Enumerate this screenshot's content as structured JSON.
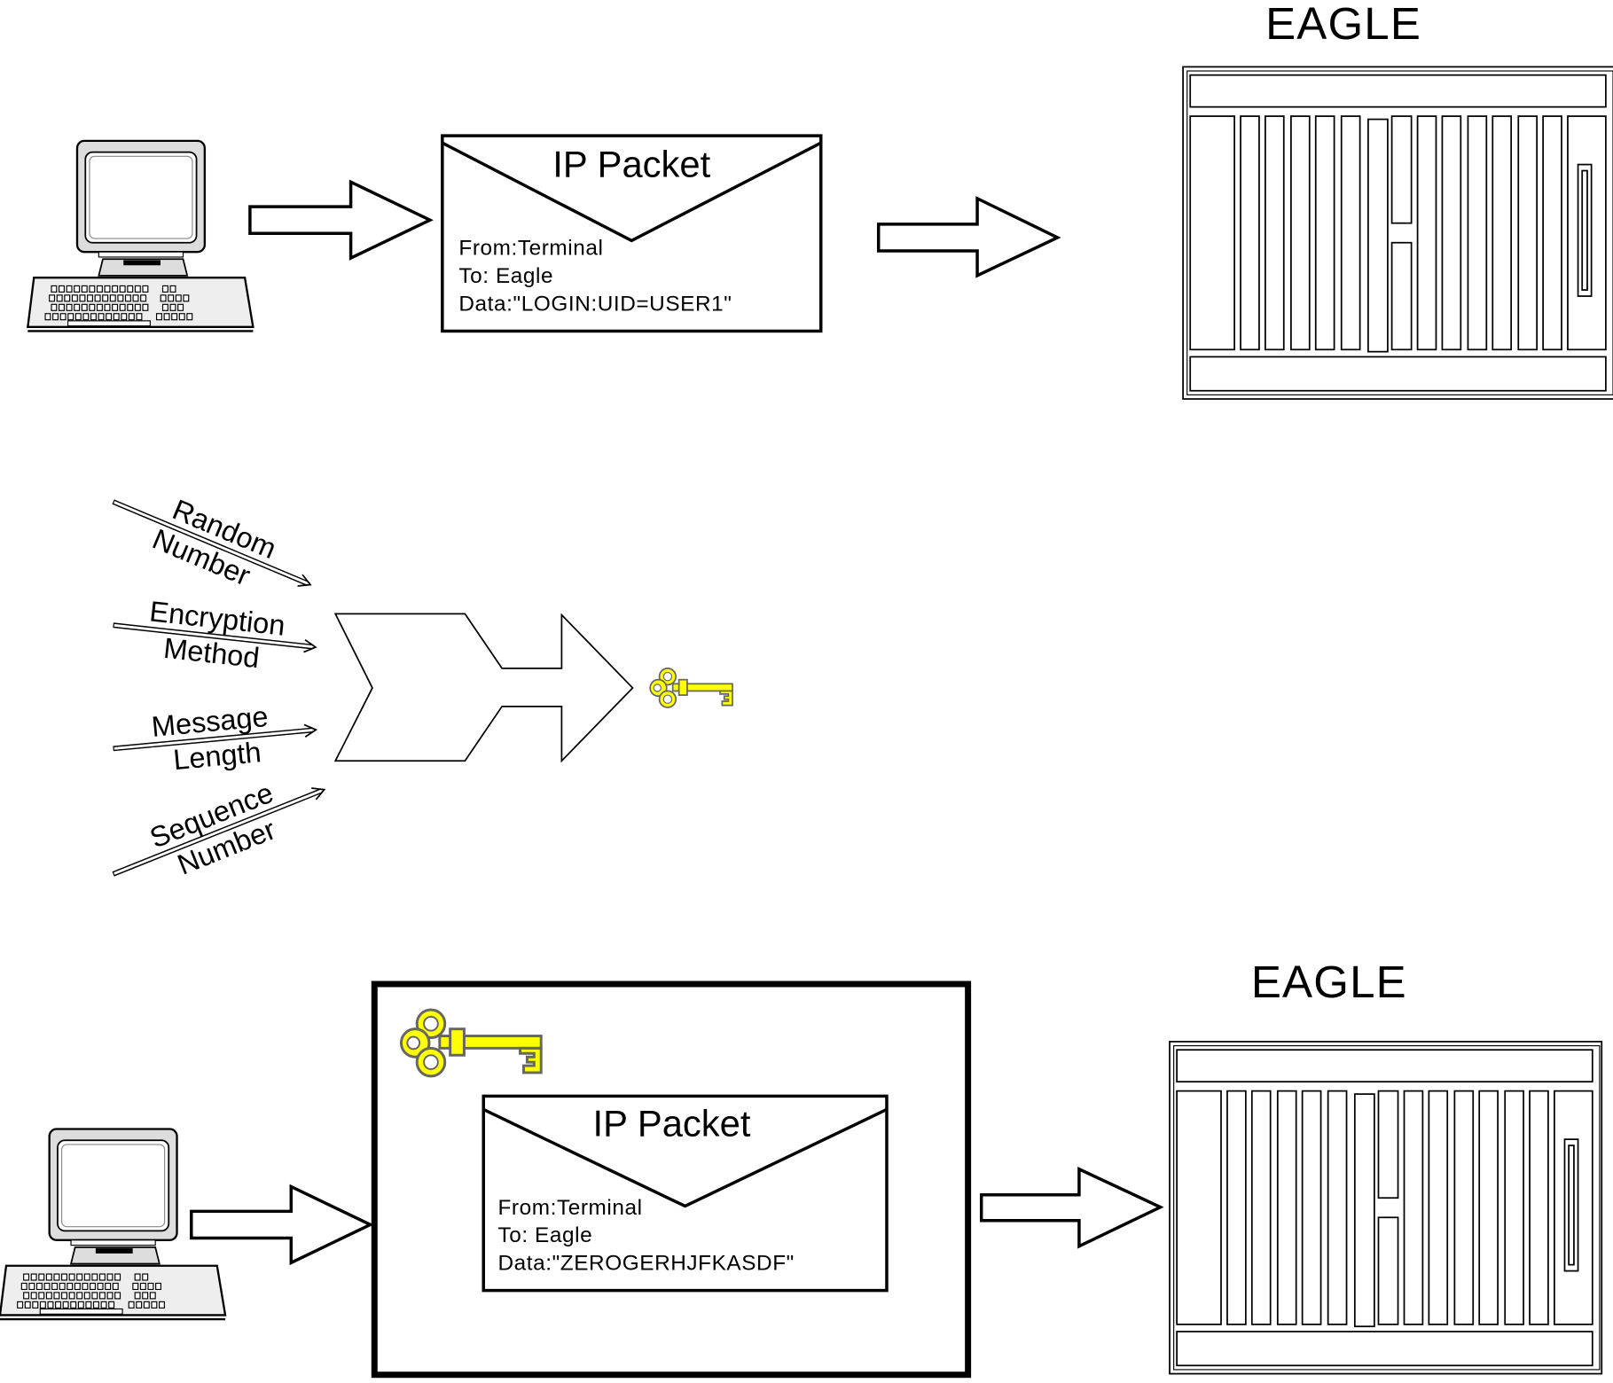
{
  "top": {
    "packet": {
      "title": "IP Packet",
      "from": "From:Terminal",
      "to": "To: Eagle",
      "data": "Data:\"LOGIN:UID=USER1\""
    },
    "eagle_label": "EAGLE"
  },
  "middle": {
    "inputs": [
      {
        "line1": "Random",
        "line2": "Number"
      },
      {
        "line1": "Encryption",
        "line2": "Method"
      },
      {
        "line1": "Message",
        "line2": "Length"
      },
      {
        "line1": "Sequence",
        "line2": "Number"
      }
    ],
    "key_icon": "key-icon"
  },
  "bottom": {
    "packet": {
      "title": "IP Packet",
      "from": "From:Terminal",
      "to": "To: Eagle",
      "data": "Data:\"ZEROGERHJFKASDF\""
    },
    "eagle_label": "EAGLE"
  },
  "colors": {
    "key": "#FFFF00",
    "key_outline": "#666666",
    "line": "#000000"
  }
}
